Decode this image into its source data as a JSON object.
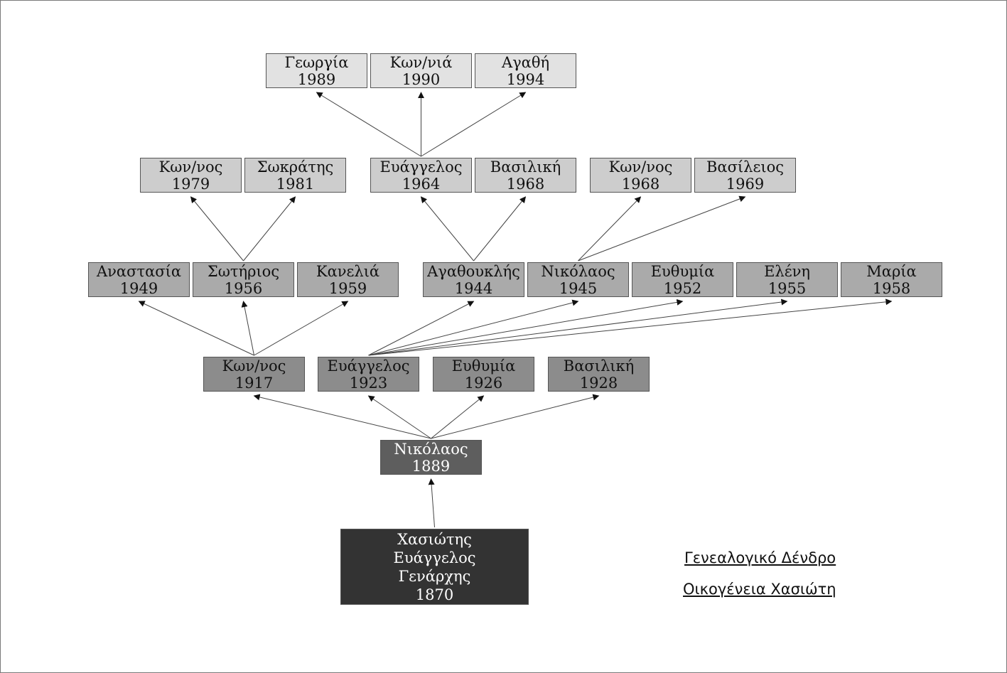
{
  "caption": {
    "title": "Γενεαλογικό  Δένδρο",
    "subtitle": "Οικογένεια Χασιώτη"
  },
  "colors": {
    "gen_founder": "#333333",
    "gen_1": "#5e5e5e",
    "gen_2": "#8c8c8c",
    "gen_3": "#aaaaaa",
    "gen_4": "#cdcdcd",
    "gen_5": "#e2e2e2",
    "lines": "#444444"
  },
  "nodes": [
    {
      "id": "founder",
      "lines": [
        "Χασιώτης",
        "Ευάγγελος",
        "Γενάρχης",
        "1870"
      ]
    },
    {
      "id": "nikolaos_1889",
      "lines": [
        "Νικόλαος",
        "1889"
      ]
    },
    {
      "id": "konnos_1917",
      "lines": [
        "Κων/νος",
        "1917"
      ]
    },
    {
      "id": "evangelos_1923",
      "lines": [
        "Ευάγγελος",
        "1923"
      ]
    },
    {
      "id": "efthymia_1926",
      "lines": [
        "Ευθυμία",
        "1926"
      ]
    },
    {
      "id": "vasiliki_1928",
      "lines": [
        "Βασιλική",
        "1928"
      ]
    },
    {
      "id": "anastasia_1949",
      "lines": [
        "Αναστασία",
        "1949"
      ]
    },
    {
      "id": "sotirios_1956",
      "lines": [
        "Σωτήριος",
        "1956"
      ]
    },
    {
      "id": "kanelia_1959",
      "lines": [
        "Κανελιά",
        "1959"
      ]
    },
    {
      "id": "agathoklis_1944",
      "lines": [
        "Αγαθουκλής",
        "1944"
      ]
    },
    {
      "id": "nikolaos_1945",
      "lines": [
        "Νικόλαος",
        "1945"
      ]
    },
    {
      "id": "efthymia_1952",
      "lines": [
        "Ευθυμία",
        "1952"
      ]
    },
    {
      "id": "eleni_1955",
      "lines": [
        "Ελένη",
        "1955"
      ]
    },
    {
      "id": "maria_1958",
      "lines": [
        "Μαρία",
        "1958"
      ]
    },
    {
      "id": "konnos_1979",
      "lines": [
        "Κων/νος",
        "1979"
      ]
    },
    {
      "id": "sokratis_1981",
      "lines": [
        "Σωκράτης",
        "1981"
      ]
    },
    {
      "id": "evangelos_1964",
      "lines": [
        "Ευάγγελος",
        "1964"
      ]
    },
    {
      "id": "vasiliki_1968",
      "lines": [
        "Βασιλική",
        "1968"
      ]
    },
    {
      "id": "konnos_1968",
      "lines": [
        "Κων/νος",
        "1968"
      ]
    },
    {
      "id": "vasileios_1969",
      "lines": [
        "Βασίλειος",
        "1969"
      ]
    },
    {
      "id": "georgia_1989",
      "lines": [
        "Γεωργία",
        "1989"
      ]
    },
    {
      "id": "konnia_1990",
      "lines": [
        "Κων/νιά",
        "1990"
      ]
    },
    {
      "id": "agathi_1994",
      "lines": [
        "Αγαθή",
        "1994"
      ]
    }
  ],
  "edges": [
    [
      "founder",
      "nikolaos_1889"
    ],
    [
      "nikolaos_1889",
      "konnos_1917"
    ],
    [
      "nikolaos_1889",
      "evangelos_1923"
    ],
    [
      "nikolaos_1889",
      "efthymia_1926"
    ],
    [
      "nikolaos_1889",
      "vasiliki_1928"
    ],
    [
      "konnos_1917",
      "anastasia_1949"
    ],
    [
      "konnos_1917",
      "sotirios_1956"
    ],
    [
      "konnos_1917",
      "kanelia_1959"
    ],
    [
      "evangelos_1923",
      "agathoklis_1944"
    ],
    [
      "evangelos_1923",
      "nikolaos_1945"
    ],
    [
      "evangelos_1923",
      "efthymia_1952"
    ],
    [
      "evangelos_1923",
      "eleni_1955"
    ],
    [
      "evangelos_1923",
      "maria_1958"
    ],
    [
      "sotirios_1956",
      "konnos_1979"
    ],
    [
      "sotirios_1956",
      "sokratis_1981"
    ],
    [
      "agathoklis_1944",
      "evangelos_1964"
    ],
    [
      "agathoklis_1944",
      "vasiliki_1968"
    ],
    [
      "nikolaos_1945",
      "konnos_1968"
    ],
    [
      "nikolaos_1945",
      "vasileios_1969"
    ],
    [
      "evangelos_1964",
      "georgia_1989"
    ],
    [
      "evangelos_1964",
      "konnia_1990"
    ],
    [
      "evangelos_1964",
      "agathi_1994"
    ]
  ]
}
